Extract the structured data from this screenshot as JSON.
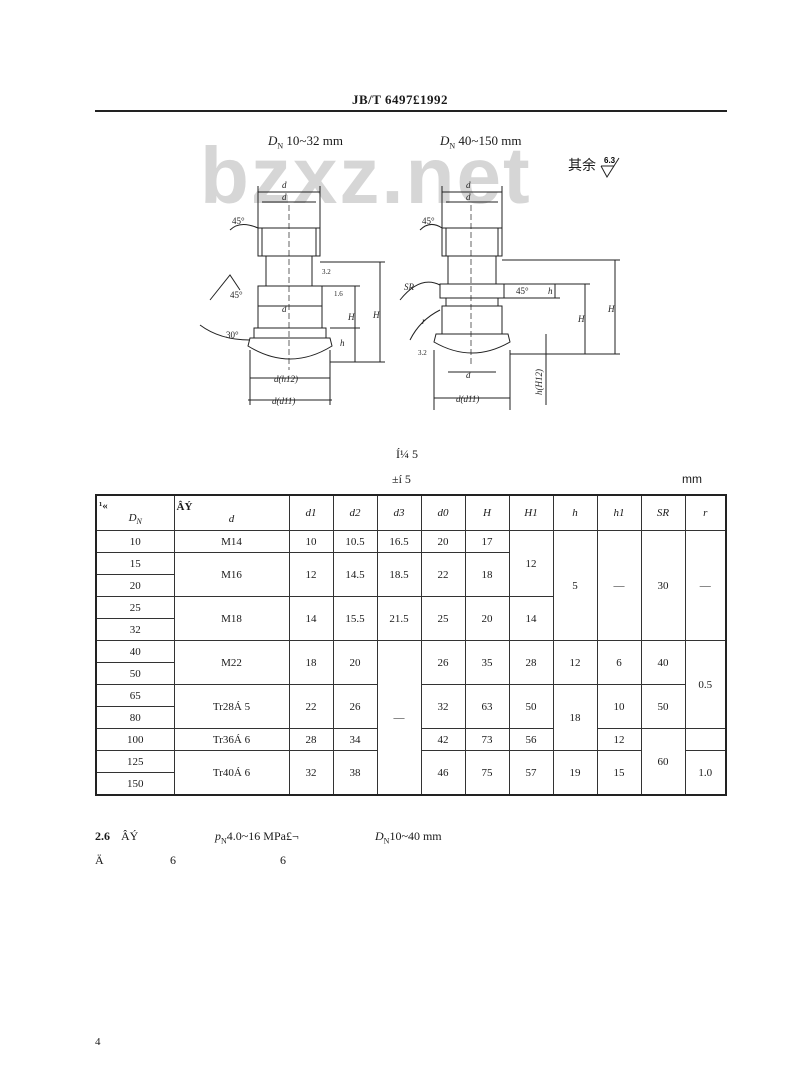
{
  "header": "JB/T 6497£­1992",
  "watermark": "bzxz.net",
  "figure": {
    "left_caption": "10~32 mm",
    "right_caption": "40~150 mm",
    "roughness_note": "其余",
    "roughness_value": "6.3",
    "labels": {
      "d": "d",
      "d1": "d",
      "d2": "d",
      "d3h12": "d(h12)",
      "d0d11": "d(d11)",
      "angle45": "45°",
      "angle30": "30°",
      "H": "H",
      "H1": "H",
      "h": "h",
      "h1": "h",
      "SR": "SR",
      "r": "r",
      "hH12": "h(H12)",
      "r32": "3.2",
      "r16": "1.6"
    }
  },
  "table_title": "Í¼ 5",
  "table_subtitle": "±í 5",
  "unit": "mm",
  "table": {
    "headers": [
      "D",
      "d",
      "d1",
      "d2",
      "d3",
      "d0",
      "H",
      "H1",
      "h",
      "h1",
      "SR",
      "r"
    ],
    "header_cjk_1": "¹«",
    "header_cjk_2": "ÂÝ",
    "dn": [
      "10",
      "15",
      "20",
      "25",
      "32",
      "40",
      "50",
      "65",
      "80",
      "100",
      "125",
      "150"
    ],
    "d": [
      "M14",
      "M16",
      "M18",
      "M22",
      "Tr28Á 5",
      "Tr36Á 6",
      "Tr40Á 6"
    ],
    "d1": [
      "10",
      "12",
      "14",
      "18",
      "22",
      "28",
      "32"
    ],
    "d2": [
      "10.5",
      "14.5",
      "15.5",
      "20",
      "26",
      "34",
      "38"
    ],
    "d3": [
      "16.5",
      "18.5",
      "21.5",
      "—"
    ],
    "d0": [
      "20",
      "22",
      "25",
      "26",
      "32",
      "42",
      "46"
    ],
    "H": [
      "17",
      "18",
      "20",
      "35",
      "63",
      "73",
      "75"
    ],
    "H1": [
      "12",
      "14",
      "28",
      "50",
      "56",
      "57"
    ],
    "h": [
      "5",
      "12",
      "18",
      "19"
    ],
    "h1": [
      "—",
      "6",
      "10",
      "12",
      "15"
    ],
    "SR": [
      "30",
      "40",
      "50",
      "60"
    ],
    "r": [
      "—",
      "0.5",
      "1.0"
    ]
  },
  "section": {
    "number": "2.6",
    "mark": "ÂÝ",
    "pressure_prefix": "p",
    "pressure_text": "4.0~16 MPa£¬",
    "dn_text": "10~40 mm ",
    "line2_a": "Ä",
    "line2_b": "6 ",
    "line2_c": "6 "
  },
  "page_number": "4"
}
